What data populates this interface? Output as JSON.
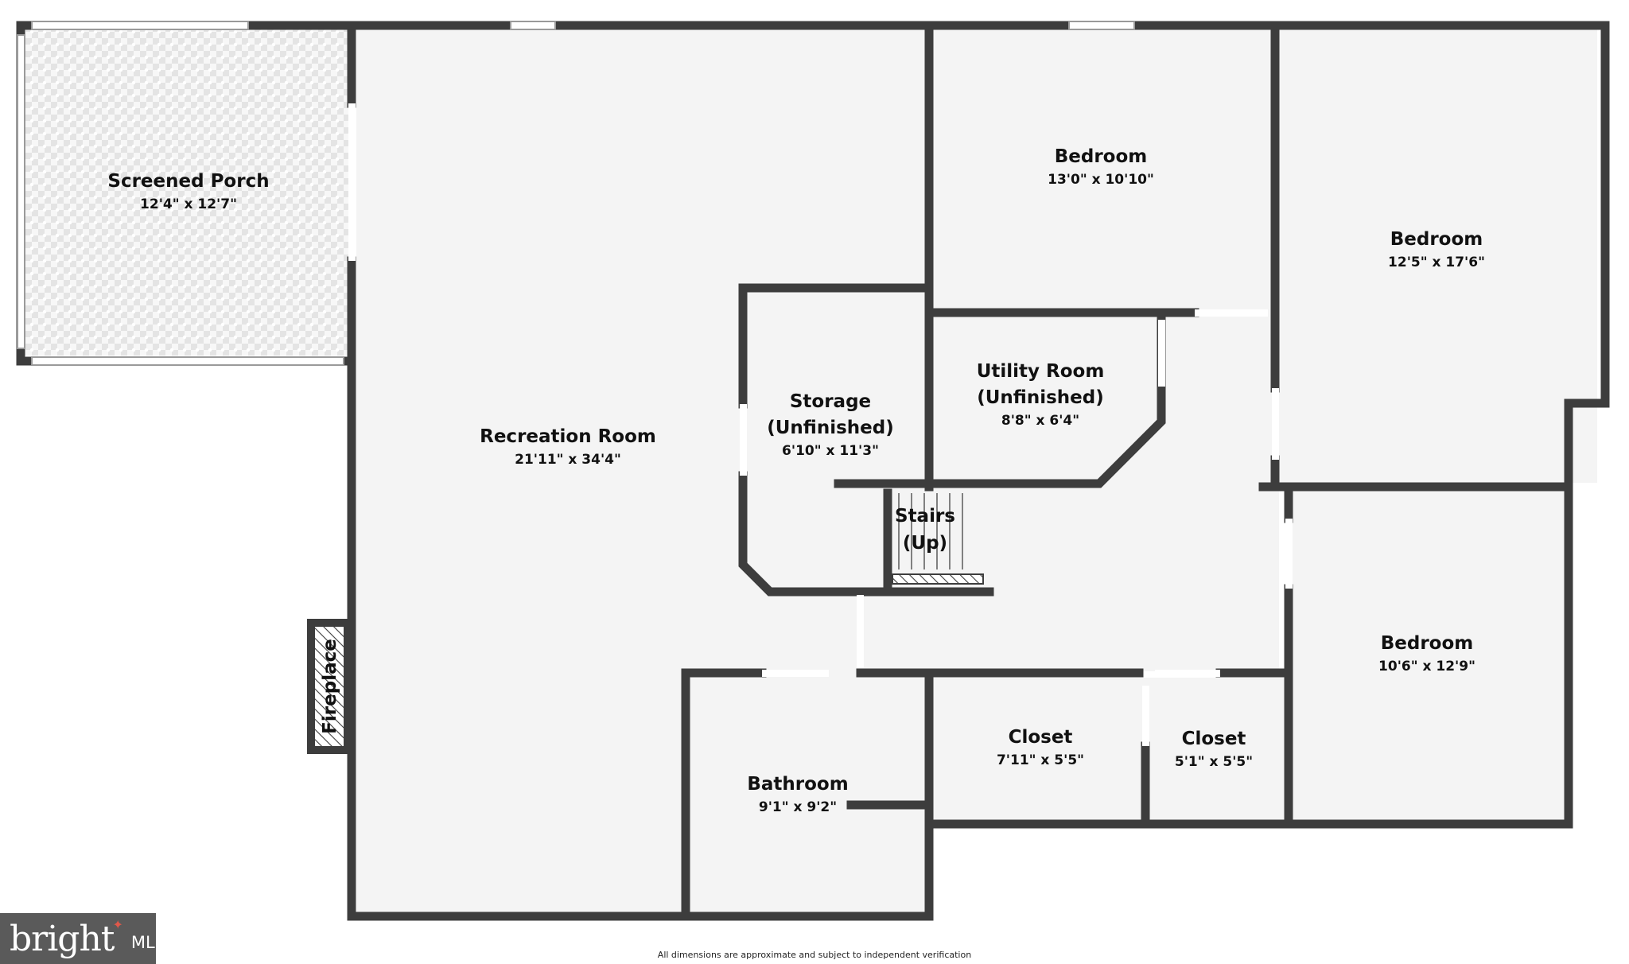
{
  "rooms": {
    "screened_porch": {
      "name": "Screened Porch",
      "dims": "12'4\" x 12'7\""
    },
    "recreation_room": {
      "name": "Recreation Room",
      "dims": "21'11\" x 34'4\""
    },
    "bedroom_top": {
      "name": "Bedroom",
      "dims": "13'0\" x 10'10\""
    },
    "bedroom_right": {
      "name": "Bedroom",
      "dims": "12'5\" x 17'6\""
    },
    "storage": {
      "name": "Storage",
      "name2": "(Unfinished)",
      "dims": "6'10\" x 11'3\""
    },
    "utility_room": {
      "name": "Utility Room",
      "name2": "(Unfinished)",
      "dims": "8'8\" x 6'4\""
    },
    "stairs": {
      "name": "Stairs",
      "name2": "(Up)"
    },
    "bedroom_lower": {
      "name": "Bedroom",
      "dims": "10'6\" x 12'9\""
    },
    "fireplace": {
      "name": "Fireplace"
    },
    "bathroom": {
      "name": "Bathroom",
      "dims": "9'1\" x 9'2\""
    },
    "closet_left": {
      "name": "Closet",
      "dims": "7'11\" x 5'5\""
    },
    "closet_right": {
      "name": "Closet",
      "dims": "5'1\" x 5'5\""
    }
  },
  "disclaimer": "All dimensions are approximate and subject to independent verification",
  "logo": {
    "brand": "bright",
    "suffix": "MLS"
  },
  "colors": {
    "wall": "#3d3d3d",
    "floor": "#f4f4f4",
    "porch_tile": "#e6e6e6",
    "logo_bg": "#5a5a5a",
    "logo_accent": "#e0584a"
  }
}
